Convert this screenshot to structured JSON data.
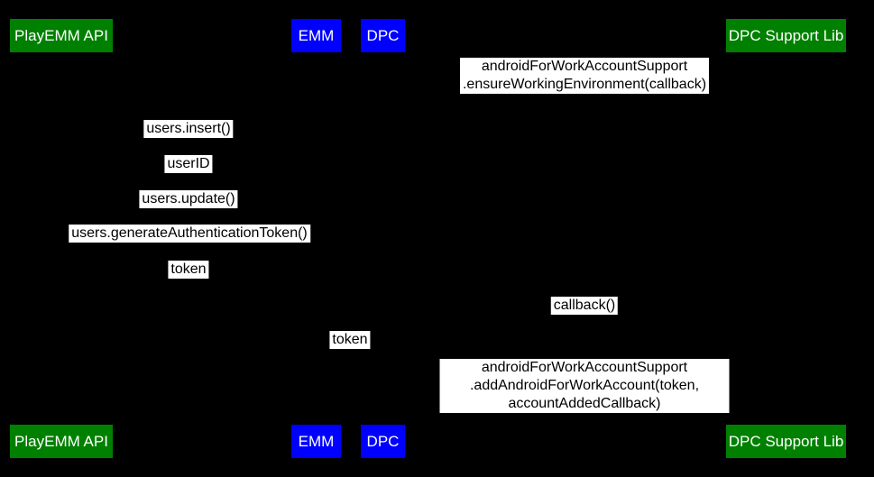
{
  "diagram": {
    "type": "sequence-diagram"
  },
  "participants": [
    {
      "label": "PlayEMM API",
      "color": "#008000"
    },
    {
      "label": "EMM",
      "color": "#0000ff"
    },
    {
      "label": "DPC",
      "color": "#0000ff"
    },
    {
      "label": "DPC Support Lib",
      "color": "#008000"
    }
  ],
  "messages": [
    {
      "label": "androidForWorkAccountSupport\n.ensureWorkingEnvironment(callback)"
    },
    {
      "label": "users.insert()"
    },
    {
      "label": "userID"
    },
    {
      "label": "users.update()"
    },
    {
      "label": "users.generateAuthenticationToken()"
    },
    {
      "label": "token"
    },
    {
      "label": "callback()"
    },
    {
      "label": "token"
    },
    {
      "label": "androidForWorkAccountSupport\n.addAndroidForWorkAccount(token, accountAddedCallback)"
    }
  ],
  "colors": {
    "background": "#000000",
    "message_bg": "#ffffff",
    "message_text": "#000000",
    "actor_text": "#ffffff",
    "actor_green": "#008000",
    "actor_blue": "#0000ff"
  }
}
